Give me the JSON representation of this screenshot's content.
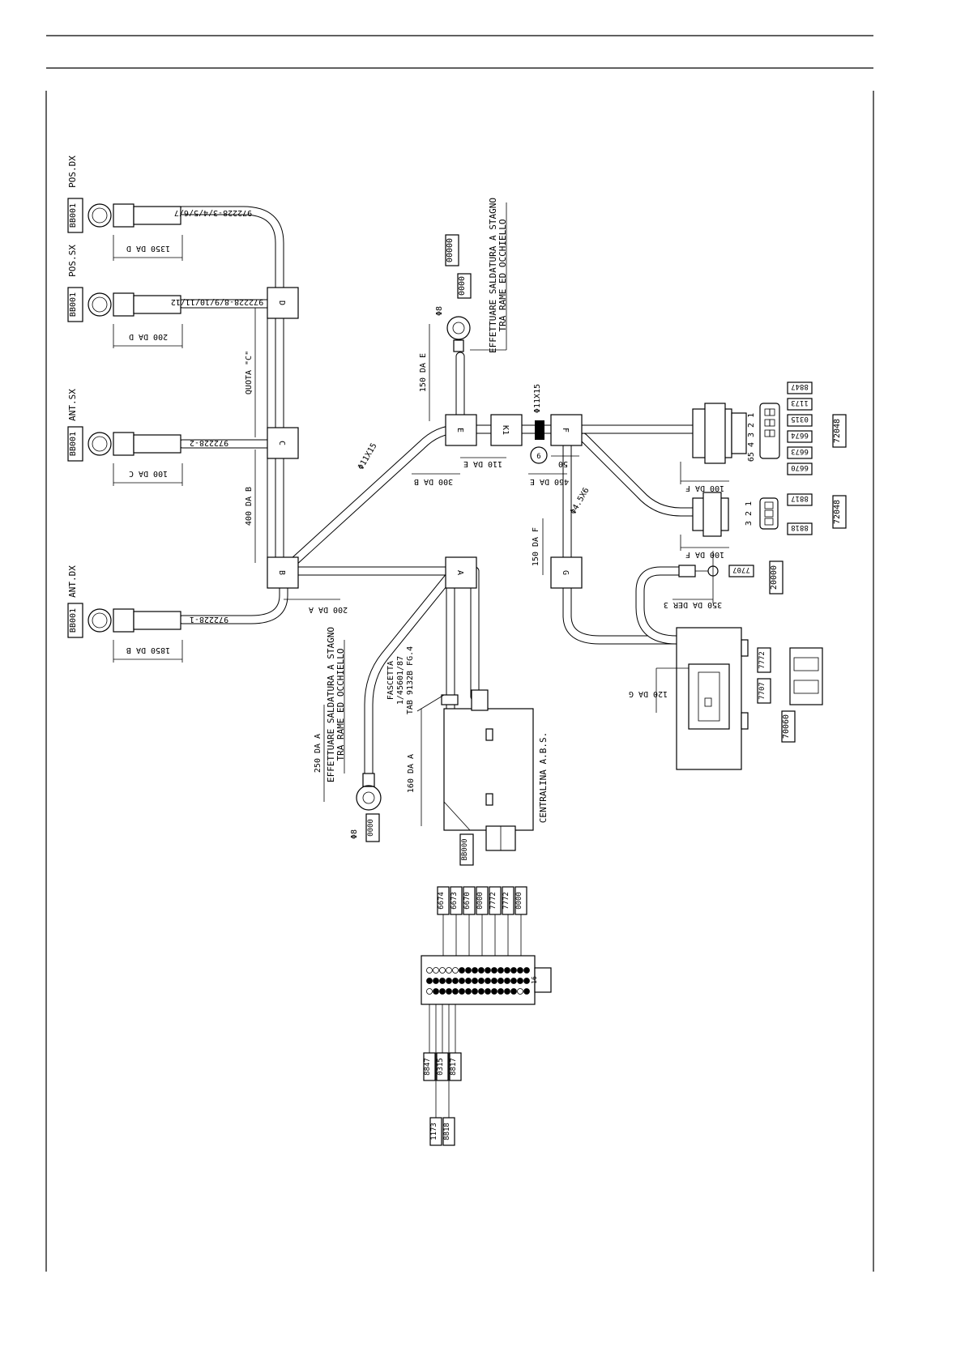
{
  "connectors": [
    {
      "code": "BB001",
      "label": "POS.DX",
      "cable": "972228-3/4/5/6/7",
      "dim": "1350 DA D"
    },
    {
      "code": "BB001",
      "label": "POS.SX",
      "cable": "972228-8/9/10/11/12",
      "dim": "200 DA D"
    },
    {
      "code": "BB001",
      "label": "ANT.SX",
      "cable": "972228-2",
      "dim": "100 DA C"
    },
    {
      "code": "BB001",
      "label": "ANT.DX",
      "cable": "972228-1",
      "dim": "1850 DA B"
    }
  ],
  "nodes": {
    "A": "A",
    "B": "B",
    "C": "C",
    "D": "D",
    "E": "E",
    "K1": "K1",
    "F": "F",
    "G": "G",
    "six": "6"
  },
  "dims": {
    "quota_c": "QUOTA \"C\"",
    "b400": "400 DA B",
    "a200": "200 DA A",
    "b300": "300 DA B",
    "e110": "110 DA E",
    "e460": "460 DA E",
    "f100a": "100 DA F",
    "f100b": "100 DA F",
    "f150": "150 DA F",
    "e150": "150 DA E",
    "der350": "350 DA DER 3",
    "g120": "120 DA G",
    "a160": "160 DA A",
    "a250": "250 DA A",
    "fifty": "50"
  },
  "wires": {
    "d11x15a": "Φ11X15",
    "d11x15b": "Φ11X15",
    "d45x6": "Φ4.5X6",
    "d8a": "Φ8",
    "d8b": "Φ8"
  },
  "notes": {
    "solder_top_1": "EFFETTUARE SALDATURA A STAGNO",
    "solder_top_2": "TRA RAME ED OCCHIELLO",
    "solder_bottom_1": "EFFETTUARE SALDATURA A STAGNO",
    "solder_bottom_2": "TRA RAME ED OCCHIELLO",
    "fascetta_1": "FASCETTA",
    "fascetta_2": "1/45601/87",
    "fascetta_3": "TAB 9132B FG.4",
    "centralina": "CENTRALINA A.B.S."
  },
  "codes": {
    "c00000": "00000",
    "c0000top": "0000",
    "c0000bottom": "0000",
    "bb000": "BB000",
    "c72048a": "72048",
    "c72048b": "72048",
    "c20000": "20000",
    "c7707a": "7707",
    "c7707b": "7707",
    "c7772": "7772",
    "c70060": "70060",
    "six_pins": [
      "6670",
      "6673",
      "6674",
      "0315",
      "1173",
      "8847"
    ],
    "six_pin_numbers": "65 4 3 2 1",
    "three_pins": [
      "8818",
      "8817"
    ],
    "three_pin_numbers": "3 2 1",
    "abs_top": [
      "6674",
      "6673",
      "6670",
      "0000",
      "7772",
      "7772",
      "0000"
    ],
    "abs_bottom": [
      "8847",
      "0315",
      "8817"
    ],
    "abs_extra": [
      "1173",
      "8818"
    ],
    "pin16": "16"
  }
}
